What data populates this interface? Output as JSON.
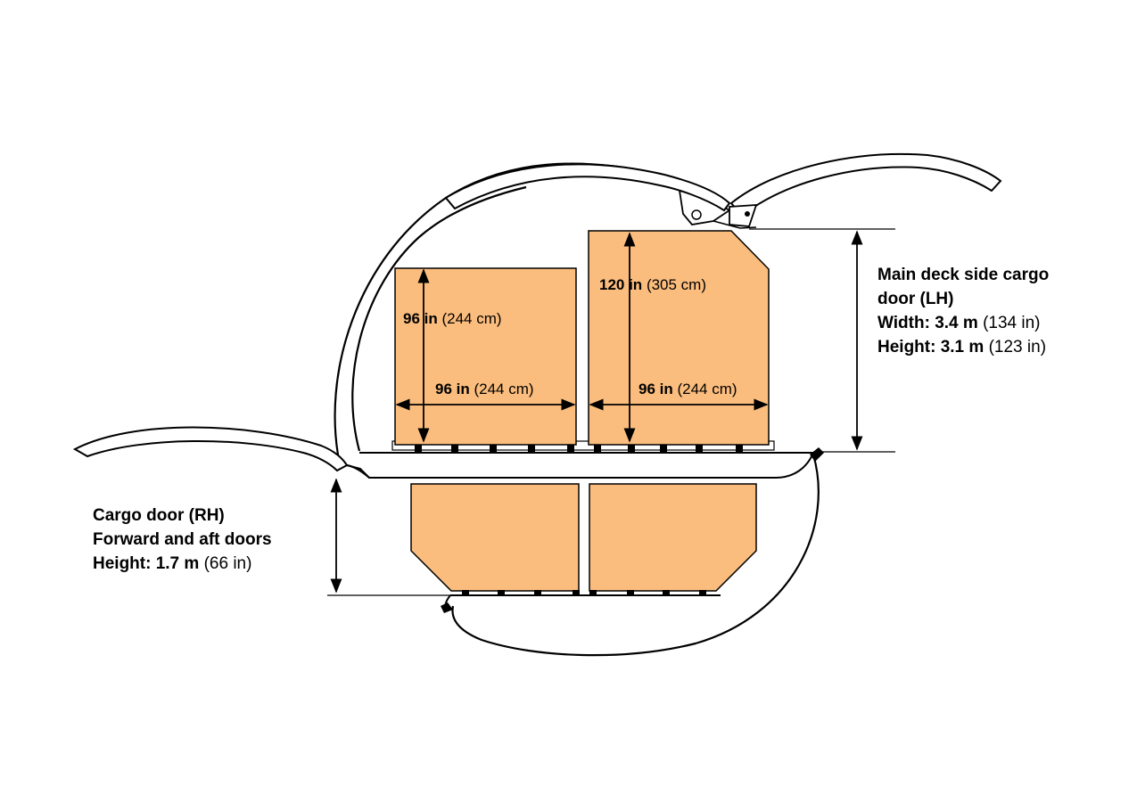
{
  "colors": {
    "container_fill": "#fbbd7d",
    "outline": "#000000",
    "background": "#ffffff"
  },
  "dimensions": {
    "pallet1_height": {
      "bold": "96 in",
      "normal": "(244 cm)"
    },
    "pallet1_width": {
      "bold": "96 in",
      "normal": "(244 cm)"
    },
    "pallet2_height": {
      "bold": "120 in",
      "normal": "(305 cm)"
    },
    "pallet2_width": {
      "bold": "96 in",
      "normal": "(244 cm)"
    }
  },
  "main_door": {
    "line1": "Main deck side cargo",
    "line2": "door (LH)",
    "width_label": "Width: 3.4 m",
    "width_value": "(134 in)",
    "height_label": "Height: 3.1 m",
    "height_value": "(123 in)"
  },
  "lower_door": {
    "line1": "Cargo door (RH)",
    "line2": "Forward and aft doors",
    "height_label": "Height: 1.7 m",
    "height_value": "(66 in)"
  }
}
